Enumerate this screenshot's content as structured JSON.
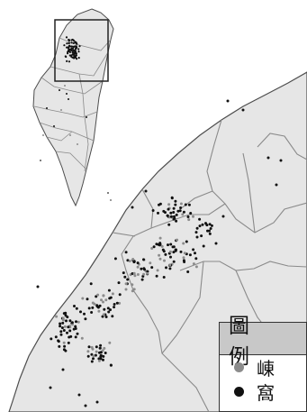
{
  "legend": {
    "title": "圖 例",
    "items": [
      {
        "label": "崠",
        "color": "#8c8c8c",
        "icon": "gray-dot-icon"
      },
      {
        "label": "窩",
        "color": "#111111",
        "icon": "black-dot-icon"
      }
    ]
  },
  "colors": {
    "land": "#e6e6e6",
    "boundary": "#8a8a8a",
    "coast": "#4d4d4d",
    "sea": "#ffffff",
    "highlight_frame": "#222222"
  }
}
